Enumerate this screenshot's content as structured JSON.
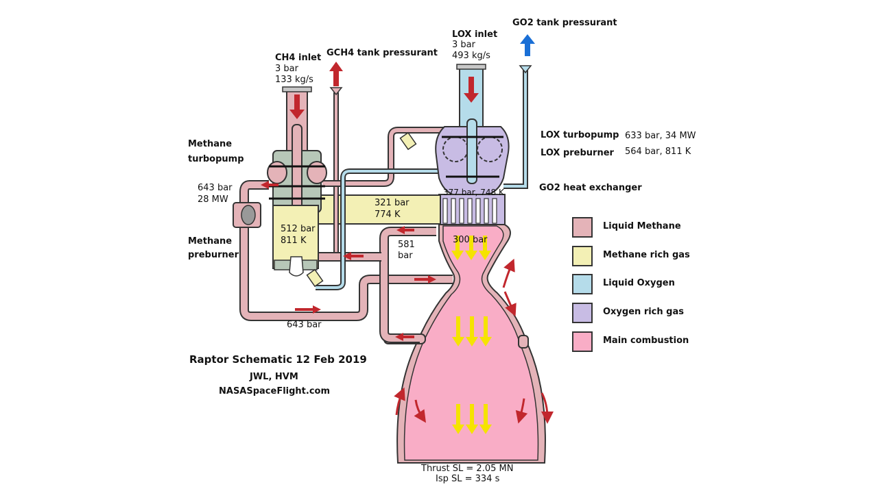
{
  "colors": {
    "liquid_methane": "#e4b3b8",
    "methane_rich_gas": "#f3f0b5",
    "liquid_oxygen": "#b5dcea",
    "oxygen_rich_gas": "#c8bce4",
    "main_combustion": "#f9adc6",
    "turbine_gray": "#b7c7b8",
    "outline": "#333333",
    "flow_arrow_red": "#c1272d",
    "flow_arrow_yellow": "#f5e300",
    "flow_arrow_blue": "#1a6fd6"
  },
  "labels": {
    "ch4_inlet_title": "CH4 inlet",
    "ch4_inlet_pressure": "3 bar",
    "ch4_inlet_flow": "133 kg/s",
    "gch4_tank_pressurant": "GCH4 tank pressurant",
    "lox_inlet_title": "LOX inlet",
    "lox_inlet_pressure": "3 bar",
    "lox_inlet_flow": "493 kg/s",
    "go2_tank_pressurant": "GO2 tank pressurant",
    "methane_turbopump_line1": "Methane",
    "methane_turbopump_line2": "turbopump",
    "methane_pump_pressure": "643 bar",
    "methane_pump_power": "28 MW",
    "methane_preburner_line1": "Methane",
    "methane_preburner_line2": "preburner",
    "preburner_pressure": "512 bar",
    "preburner_temp": "811 K",
    "hot_gas_pressure": "321 bar",
    "hot_gas_temp": "774 K",
    "lox_turbopump": "LOX turbopump",
    "lox_turbopump_specs": "633 bar, 34 MW",
    "lox_preburner": "LOX preburner",
    "lox_preburner_specs": "564 bar, 811 K",
    "go2_heat_exchanger": "GO2 heat exchanger",
    "ox_gas_specs": "377 bar, 748 K",
    "chamber_pressure": "300 bar",
    "cooling_pressure_value": "581",
    "cooling_pressure_unit": "bar",
    "bottom_line_pressure": "643 bar",
    "thrust": "Thrust SL = 2.05 MN",
    "isp": "Isp SL = 334 s"
  },
  "legend": [
    {
      "label": "Liquid Methane",
      "color": "#e4b3b8"
    },
    {
      "label": "Methane rich gas",
      "color": "#f3f0b5"
    },
    {
      "label": "Liquid Oxygen",
      "color": "#b5dcea"
    },
    {
      "label": "Oxygen rich gas",
      "color": "#c8bce4"
    },
    {
      "label": "Main combustion",
      "color": "#f9adc6"
    }
  ],
  "credits": {
    "title": "Raptor Schematic 12 Feb 2019",
    "authors": "JWL, HVM",
    "source": "NASASpaceFlight.com"
  }
}
